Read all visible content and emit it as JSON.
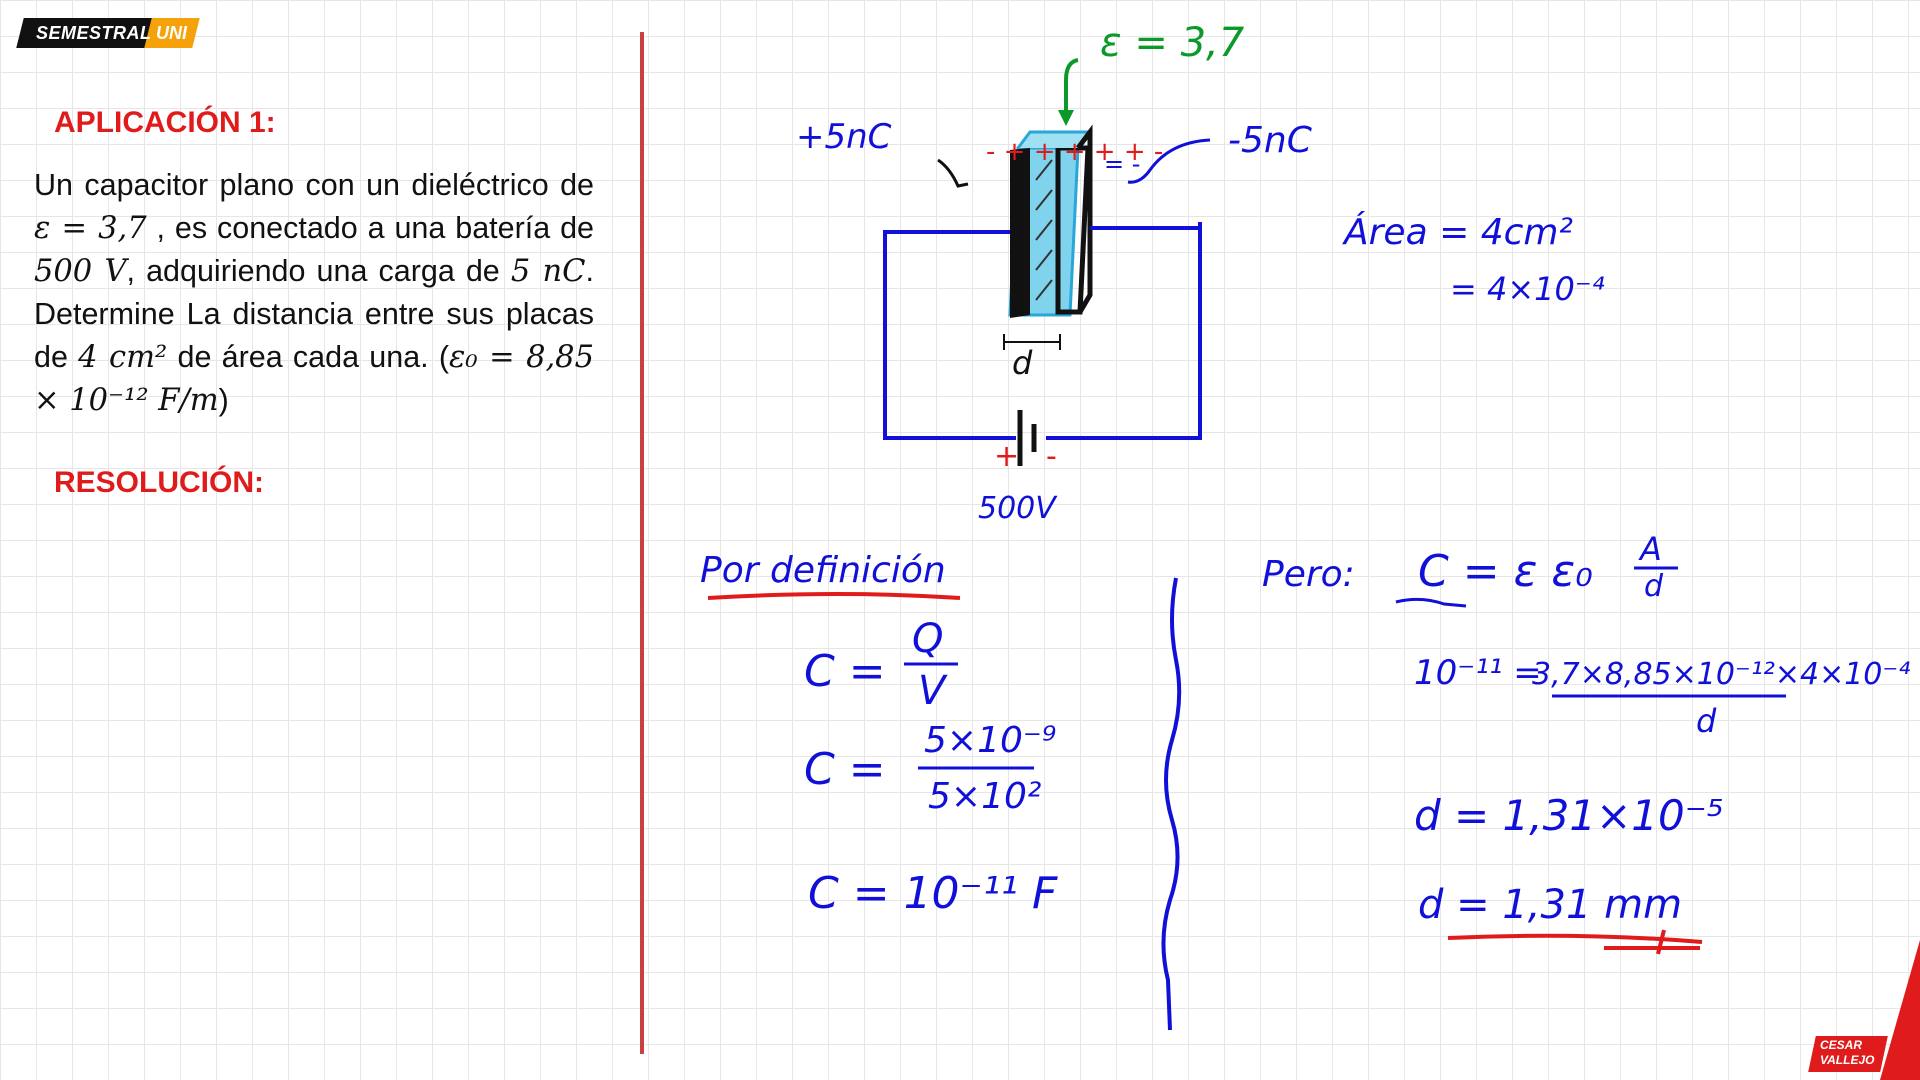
{
  "logo": {
    "left": "SEMESTRAL",
    "right": "UNI"
  },
  "headings": {
    "application": "APLICACIÓN 1:",
    "resolution": "RESOLUCIÓN:"
  },
  "problem": {
    "t1": "Un capacitor plano con un dieléctrico de",
    "m1": "ε = 3,7",
    "t2": ", es conectado a una batería de",
    "m2": "500 V",
    "t3": ", adquiriendo una carga de",
    "m3": "5 nC",
    "t4": ". Determine La distancia entre sus placas de",
    "m4": "4 cm²",
    "t5": "de área cada una. (",
    "m5": "ε₀ = 8,85 × 10⁻¹² F/m",
    "t6": ")"
  },
  "diagram": {
    "epsilon": "ε = 3,7",
    "q_pos": "+5nC",
    "q_neg": "-5nC",
    "distance": "d",
    "voltage": "500V",
    "batt_pos": "+",
    "batt_neg": "-"
  },
  "area": {
    "l1": "Área = 4cm²",
    "l2": "= 4×10⁻⁴"
  },
  "left_work": {
    "title": "Por definición",
    "eq1_lhs": "C =",
    "eq1_num": "Q",
    "eq1_den": "V",
    "eq2_lhs": "C =",
    "eq2_num": "5×10⁻⁹",
    "eq2_den": "5×10²",
    "eq3": "C = 10⁻¹¹ F"
  },
  "right_work": {
    "pero": "Pero:",
    "formula_lhs": "C = ε ε₀",
    "formula_num": "A",
    "formula_den": "d",
    "eq_lhs": "10⁻¹¹ =",
    "eq_num": "3,7×8,85×10⁻¹²×4×10⁻⁴",
    "eq_den": "d",
    "res1": "d = 1,31×10⁻⁵",
    "res2": "d = 1,31 mm"
  },
  "brand": {
    "l1": "CESAR",
    "l2": "VALLEJO"
  }
}
